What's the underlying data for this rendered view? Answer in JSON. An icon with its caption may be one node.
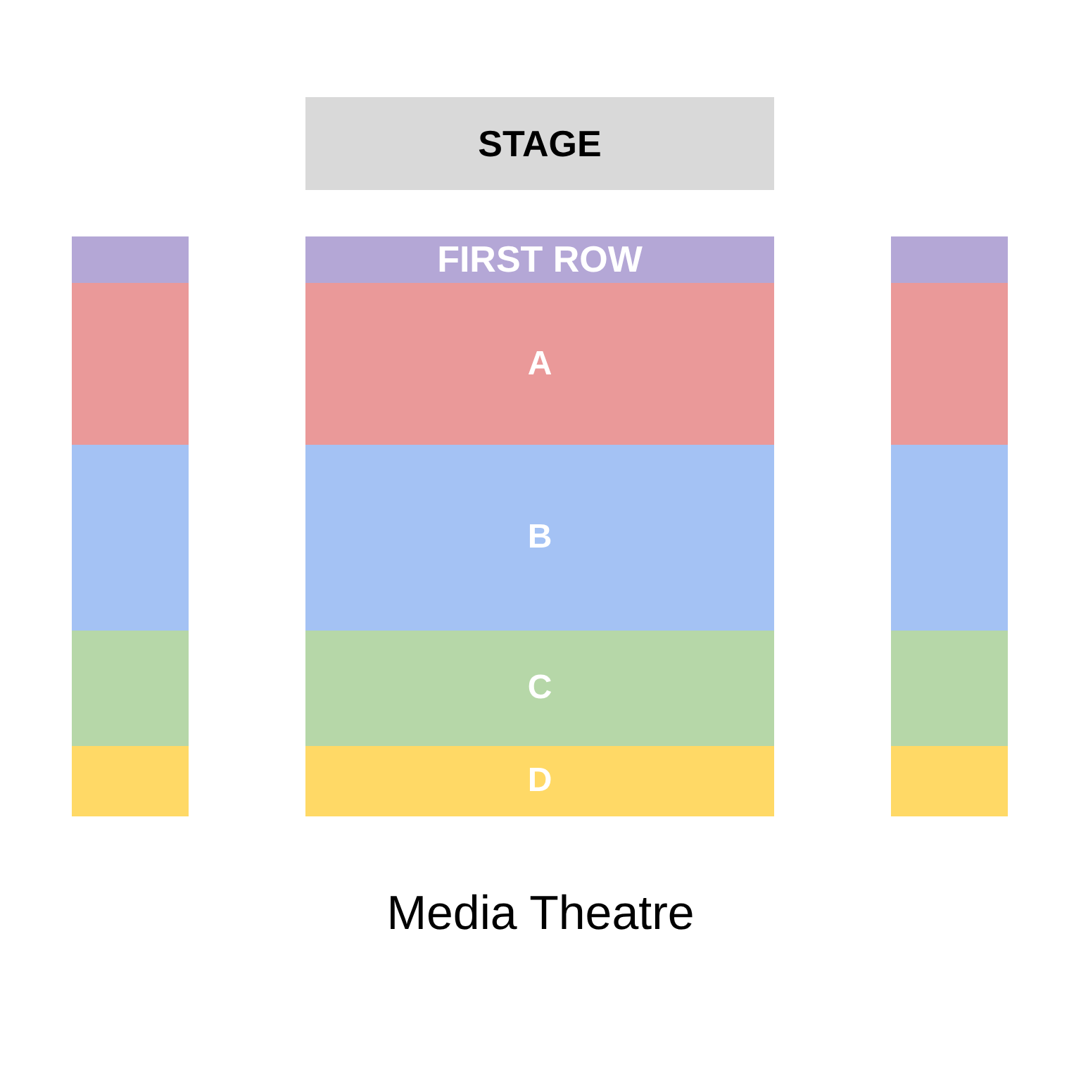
{
  "diagram": {
    "caption": "Media Theatre",
    "nodes": [
      {
        "text": [
          "STAGE"
        ]
      },
      {
        "text": [],
        "shape": "box"
      },
      {
        "text": [],
        "shape": "box"
      },
      {
        "text": [],
        "shape": "box"
      },
      {
        "text": [],
        "shape": "box"
      },
      {
        "text": [],
        "shape": "box"
      },
      {
        "text": [
          "FIRST ROW"
        ]
      },
      {
        "text": [
          "A"
        ]
      },
      {
        "text": [
          "B"
        ]
      },
      {
        "text": [
          "C"
        ]
      },
      {
        "text": [
          "D"
        ]
      },
      {
        "text": [],
        "shape": "box"
      },
      {
        "text": [],
        "shape": "box"
      },
      {
        "text": [],
        "shape": "box"
      },
      {
        "text": [],
        "shape": "box"
      },
      {
        "text": [],
        "shape": "box"
      }
    ]
  }
}
